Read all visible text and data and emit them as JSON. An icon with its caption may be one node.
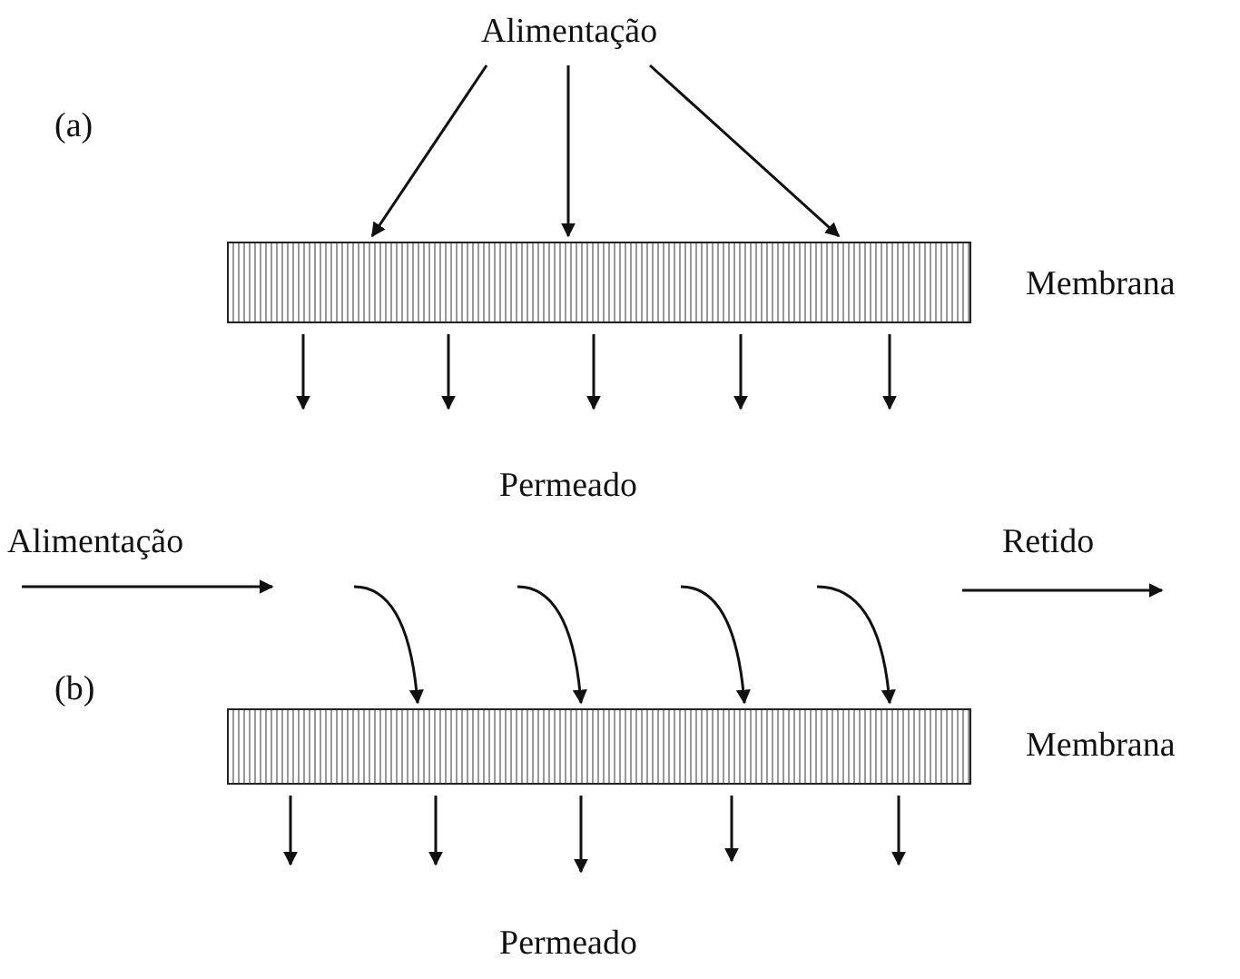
{
  "diagram": {
    "nodes": [
      {
        "text": [
          "Alimentação"
        ]
      },
      {
        "text": [],
        "shape": "bar",
        "beside": [
          "Membrana"
        ]
      },
      {
        "text": [
          "Alimentação"
        ]
      },
      {
        "text": [],
        "shape": "bar",
        "beside": [
          "Membrana"
        ]
      }
    ],
    "edges": [
      {
        "from": 0,
        "to": 1,
        "arrow": "to"
      },
      {
        "from": 0,
        "to": 1,
        "arrow": "to"
      },
      {
        "from": 0,
        "to": 1,
        "arrow": "to"
      },
      {
        "from": 1,
        "to": null,
        "arrow": "to"
      },
      {
        "from": 1,
        "to": null,
        "arrow": "to"
      },
      {
        "from": 1,
        "to": null,
        "arrow": "to"
      },
      {
        "from": 1,
        "to": null,
        "arrow": "to"
      },
      {
        "from": 1,
        "to": null,
        "arrow": "to"
      },
      {
        "from": 2,
        "to": null,
        "arrow": "to"
      },
      {
        "from": null,
        "to": 3,
        "arrow": "to"
      },
      {
        "from": null,
        "to": 3,
        "arrow": "to"
      },
      {
        "from": null,
        "to": 3,
        "arrow": "to"
      },
      {
        "from": null,
        "to": 3,
        "arrow": "to"
      },
      {
        "from": 3,
        "to": null,
        "arrow": "to"
      },
      {
        "from": 3,
        "to": null,
        "arrow": "to"
      },
      {
        "from": 3,
        "to": null,
        "arrow": "to"
      },
      {
        "from": 3,
        "to": null,
        "arrow": "to"
      },
      {
        "from": 3,
        "to": null,
        "arrow": "to"
      }
    ],
    "labels": [
      "(a)",
      "Permeado",
      "Retido",
      "(b)",
      "Permeado"
    ]
  }
}
